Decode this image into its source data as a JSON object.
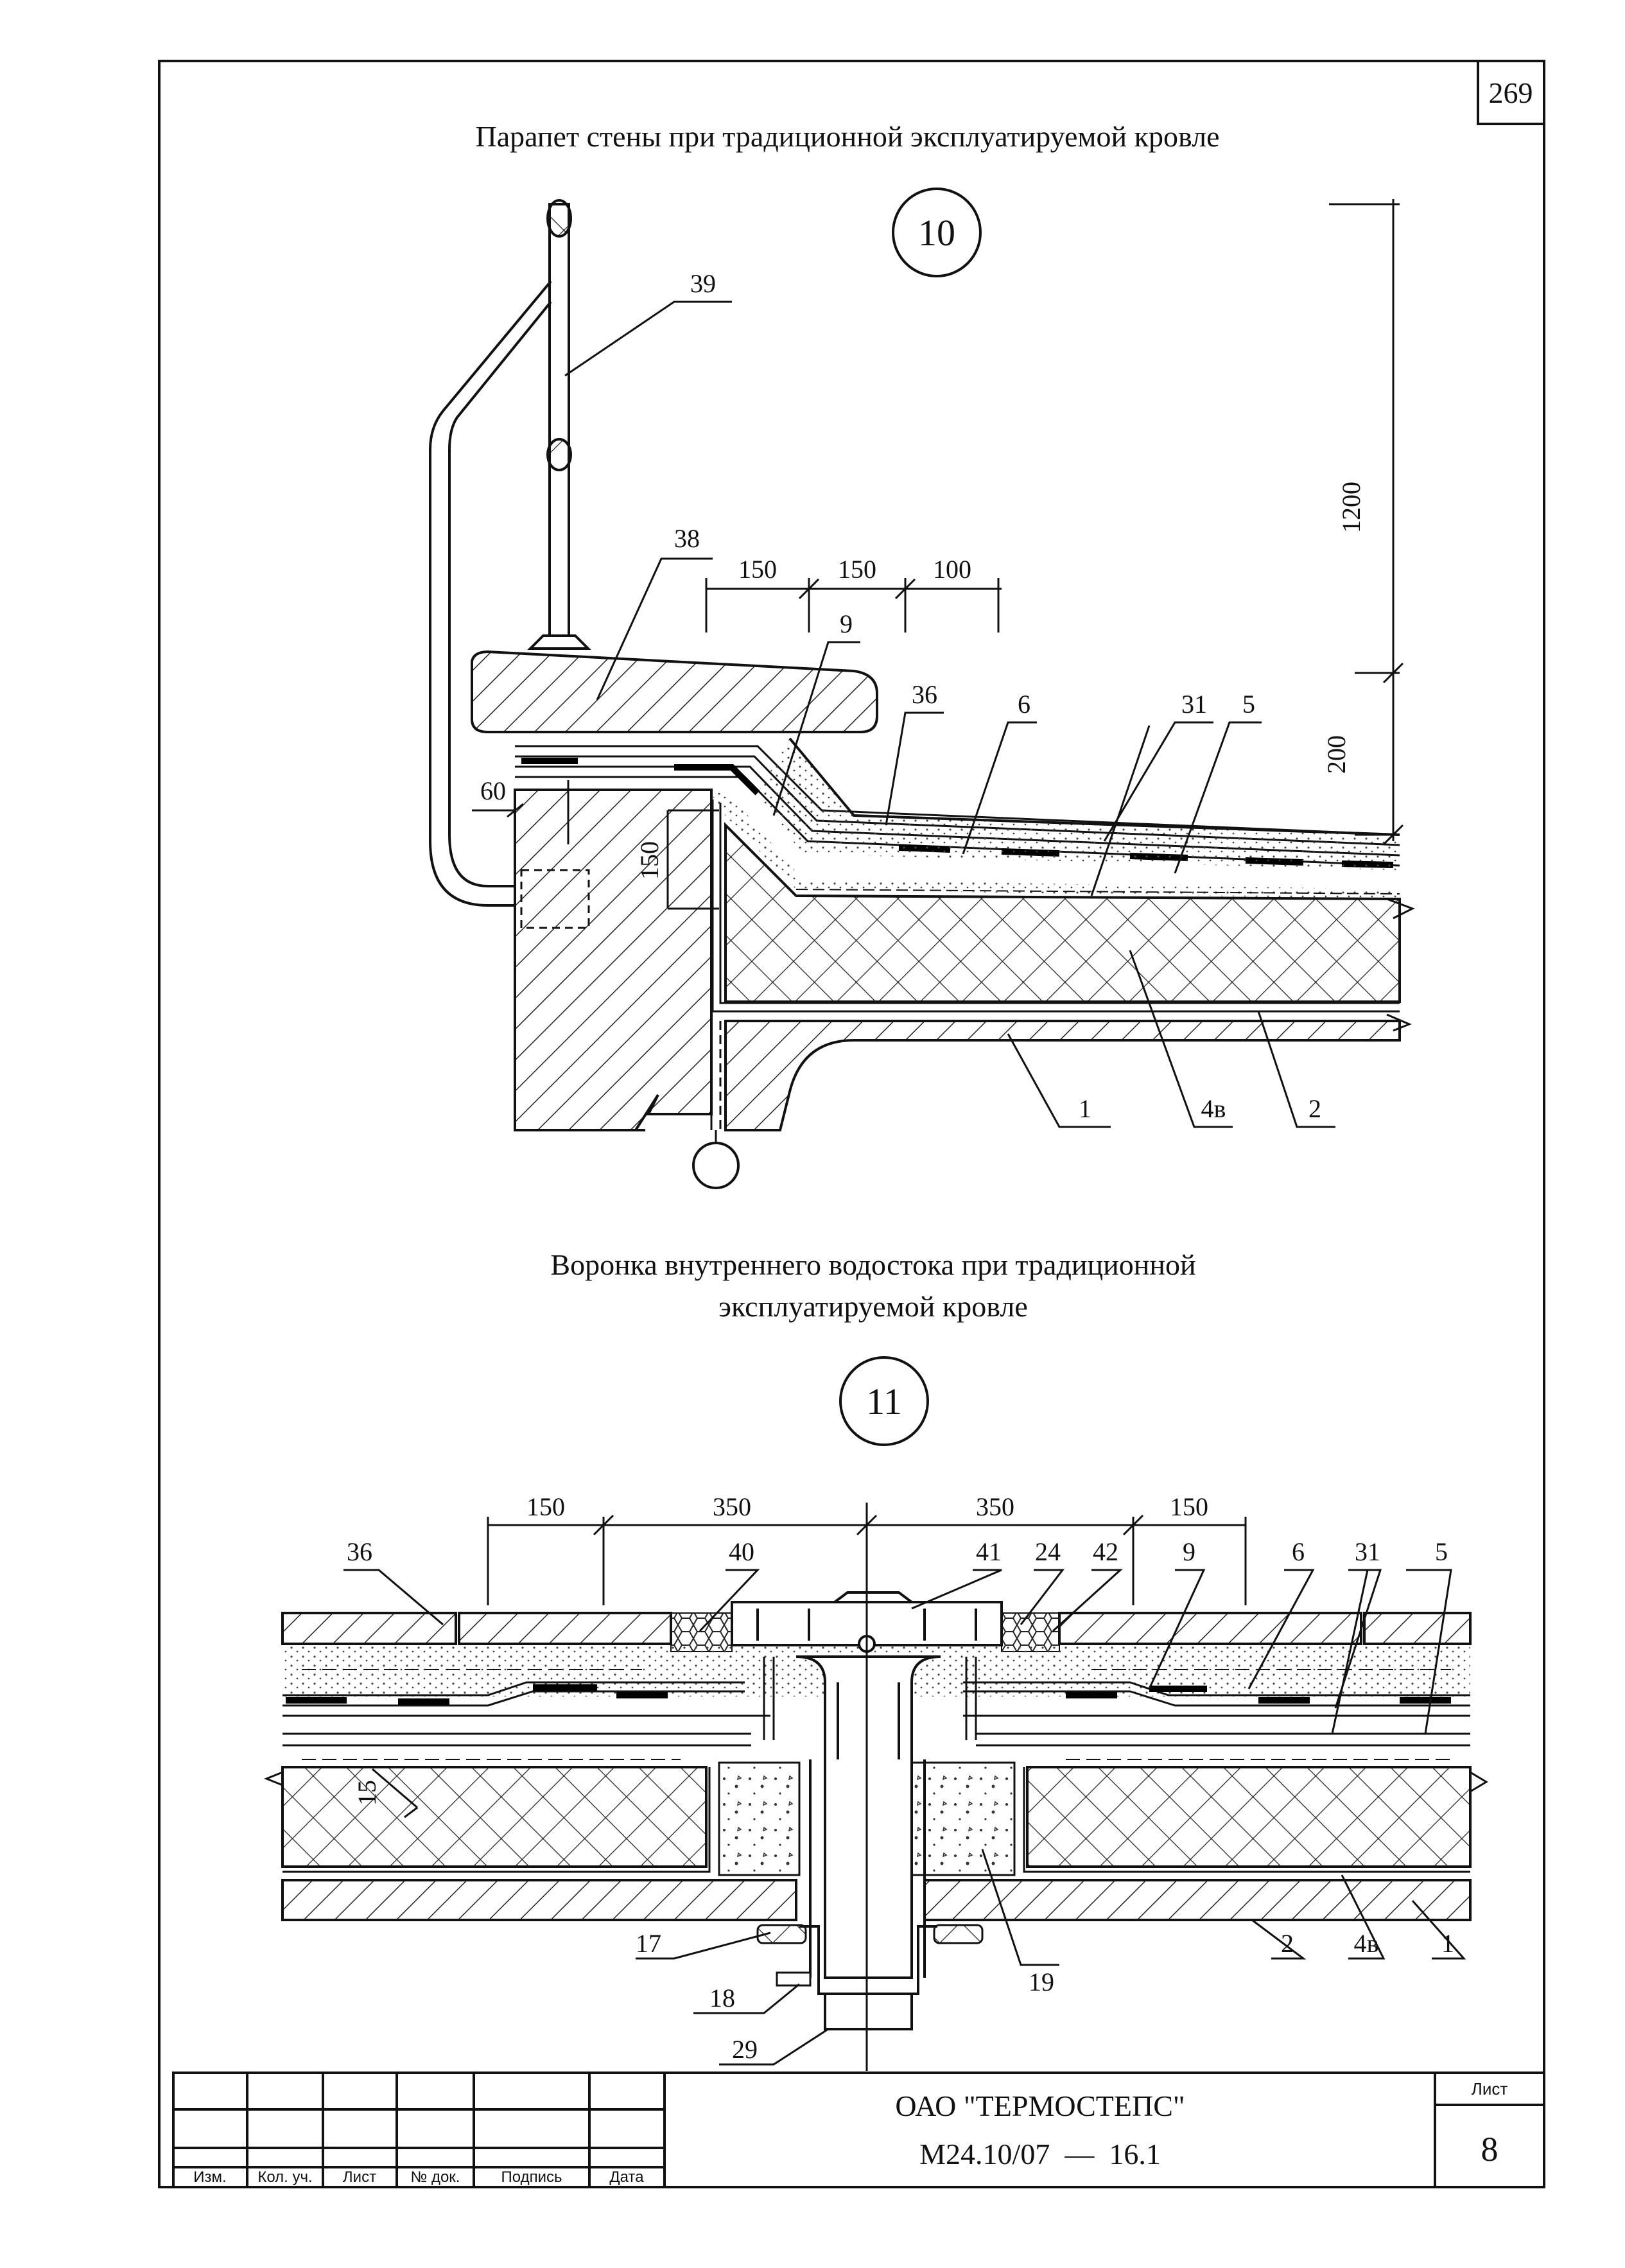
{
  "sheet_number": "269",
  "detail10": {
    "title": "Парапет стены при традиционной эксплуатируемой кровле",
    "number": "10",
    "dims": {
      "d150a": "150",
      "d150b": "150",
      "d100": "100",
      "d60": "60",
      "d150v": "150",
      "d1200": "1200",
      "d200": "200"
    },
    "labels": {
      "l39": "39",
      "l38": "38",
      "l9": "9",
      "l36": "36",
      "l6": "6",
      "l31": "31",
      "l5": "5",
      "l1": "1",
      "l4v": "4в",
      "l2": "2"
    }
  },
  "detail11": {
    "title_line1": "Воронка внутреннего водостока при традиционной",
    "title_line2": "эксплуатируемой кровле",
    "number": "11",
    "dims": {
      "d150a": "150",
      "d350a": "350",
      "d350b": "350",
      "d150b": "150",
      "d15": "15"
    },
    "labels": {
      "l36": "36",
      "l40": "40",
      "l41": "41",
      "l24": "24",
      "l42": "42",
      "l9": "9",
      "l6": "6",
      "l31": "31",
      "l5": "5",
      "l17": "17",
      "l18": "18",
      "l29": "29",
      "l19": "19",
      "l2": "2",
      "l4v": "4в",
      "l1": "1"
    }
  },
  "title_block": {
    "col_izm": "Изм.",
    "col_kol": "Кол. уч.",
    "col_list": "Лист",
    "col_doc": "№ док.",
    "col_sign": "Подпись",
    "col_date": "Дата",
    "org": "ОАО \"ТЕРМОСТЕПС\"",
    "code": "М24.10/07  —  16.1",
    "sheet_label": "Лист",
    "sheet_value": "8"
  }
}
